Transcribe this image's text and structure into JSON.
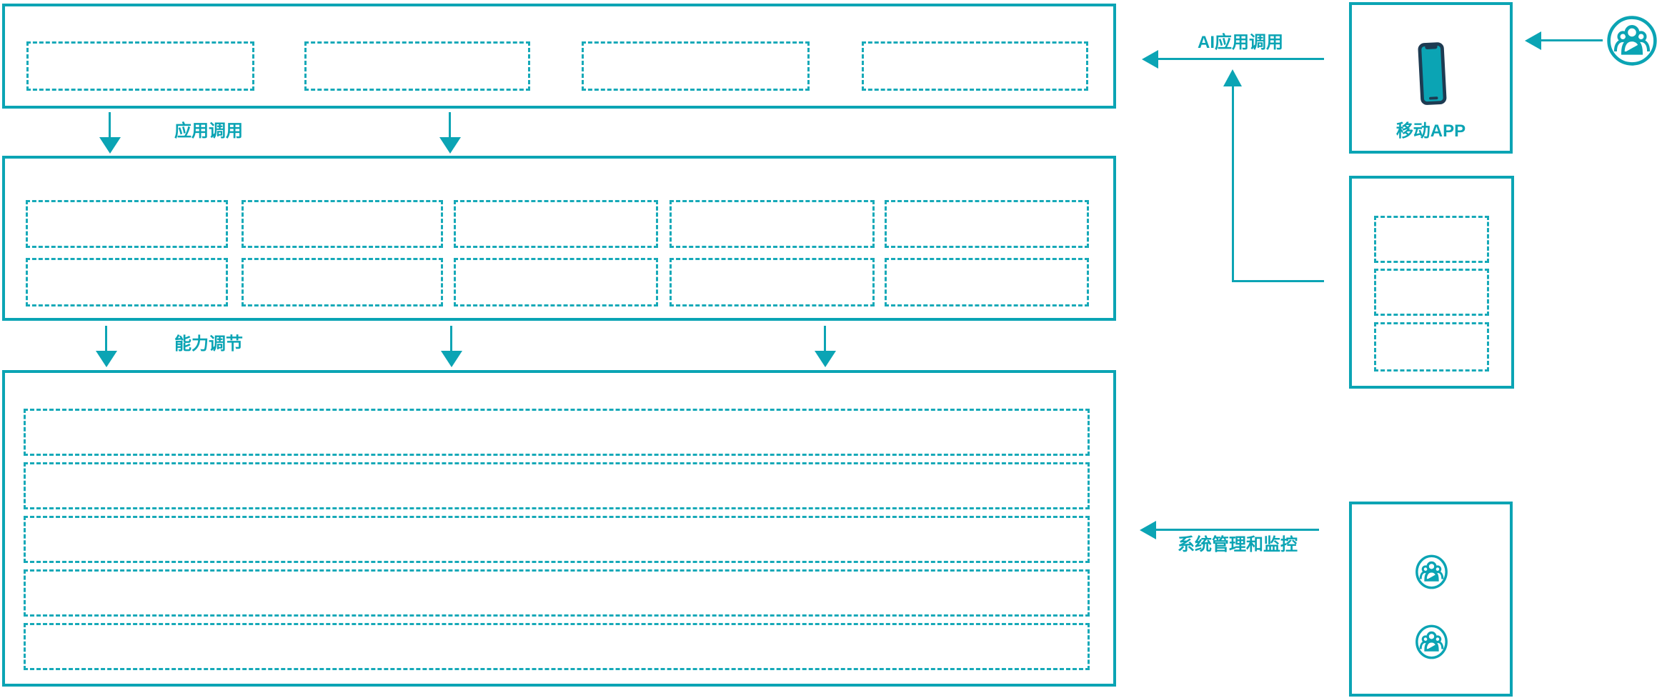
{
  "colors": {
    "teal": "#0ba4b4",
    "teal_dash": "#16a9b8",
    "navy": "#1e3b52",
    "background": "#ffffff"
  },
  "labels": {
    "app_call": "应用调用",
    "ability_adjust": "能力调节",
    "ai_app_call": "AI应用调用",
    "sys_admin": "系统管理和监控",
    "mobile_app": "移动APP"
  },
  "structure": {
    "app_layer": {
      "placeholder_count": 4
    },
    "ability_layer": {
      "rows": 2,
      "cols": 5,
      "placeholder_count": 10
    },
    "resource_layer": {
      "row_count": 5
    },
    "right_panel": {
      "mobile_box": {
        "icon": "smartphone-icon",
        "label": "移动APP"
      },
      "api_box": {
        "placeholder_count": 3
      },
      "admin_box": {
        "icon": "users-icon",
        "icon_count": 2
      },
      "top_actor_icon": "users-icon"
    }
  },
  "arrows": [
    {
      "name": "app-call-arrows",
      "direction": "down",
      "count": 2,
      "label": "应用调用"
    },
    {
      "name": "ability-adjust-arrows",
      "direction": "down",
      "count": 3,
      "label": "能力调节"
    },
    {
      "name": "ai-app-call-arrow",
      "direction": "left",
      "label": "AI应用调用"
    },
    {
      "name": "mobile-up-connector",
      "direction": "up",
      "label": ""
    },
    {
      "name": "user-to-mobile-arrow",
      "direction": "left",
      "label": ""
    },
    {
      "name": "sys-admin-arrow",
      "direction": "left",
      "label": "系统管理和监控"
    }
  ]
}
